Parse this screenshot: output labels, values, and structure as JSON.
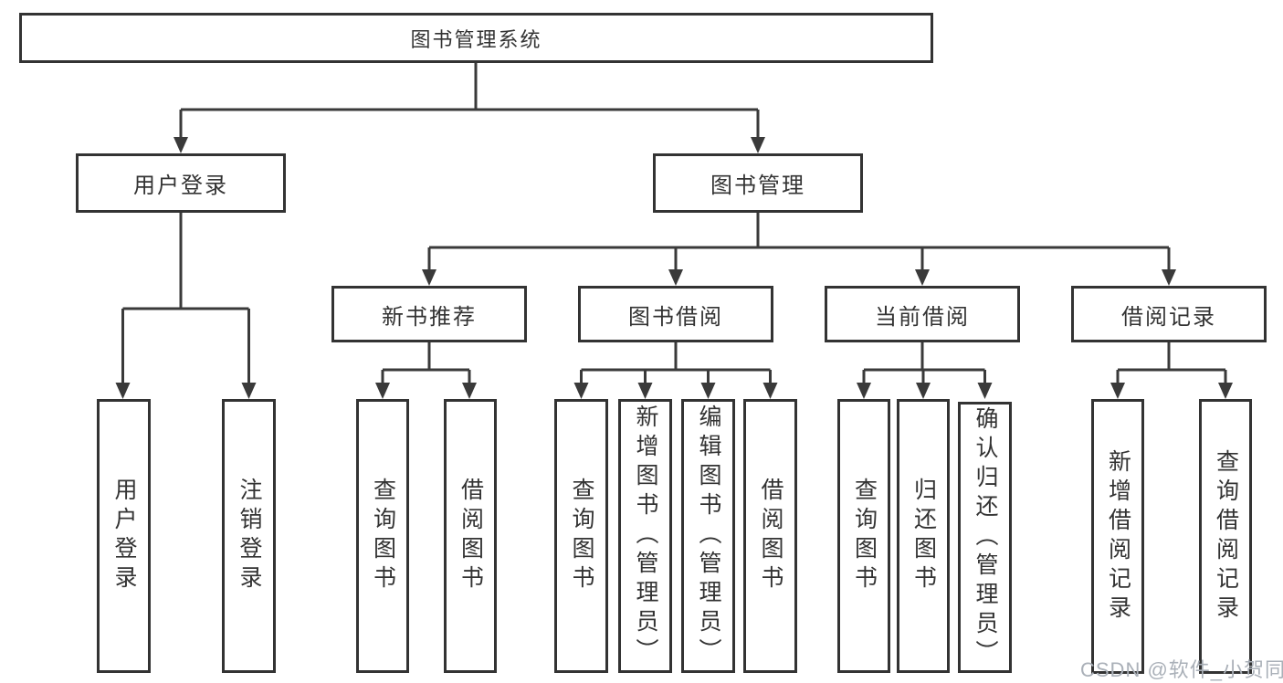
{
  "tree": {
    "root": {
      "label": "图书管理系统"
    },
    "children": [
      {
        "label": "用户登录",
        "children": [
          {
            "label": "用户登录"
          },
          {
            "label": "注销登录"
          }
        ]
      },
      {
        "label": "图书管理",
        "children": [
          {
            "label": "新书推荐",
            "children": [
              {
                "label": "查询图书"
              },
              {
                "label": "借阅图书"
              }
            ]
          },
          {
            "label": "图书借阅",
            "children": [
              {
                "label": "查询图书"
              },
              {
                "label": "新增图书（管理员）"
              },
              {
                "label": "编辑图书（管理员）"
              },
              {
                "label": "借阅图书"
              }
            ]
          },
          {
            "label": "当前借阅",
            "children": [
              {
                "label": "查询图书"
              },
              {
                "label": "归还图书"
              },
              {
                "label": "确认归还（管理员）"
              }
            ]
          },
          {
            "label": "借阅记录",
            "children": [
              {
                "label": "新增借阅记录"
              },
              {
                "label": "查询借阅记录"
              }
            ]
          }
        ]
      }
    ]
  },
  "watermark": "CSDN @软件_小贺同学",
  "colors": {
    "line": "#3a3a3a",
    "box_border": "#333333",
    "text": "#333333",
    "background": "#ffffff",
    "watermark": "#aab0b8"
  }
}
